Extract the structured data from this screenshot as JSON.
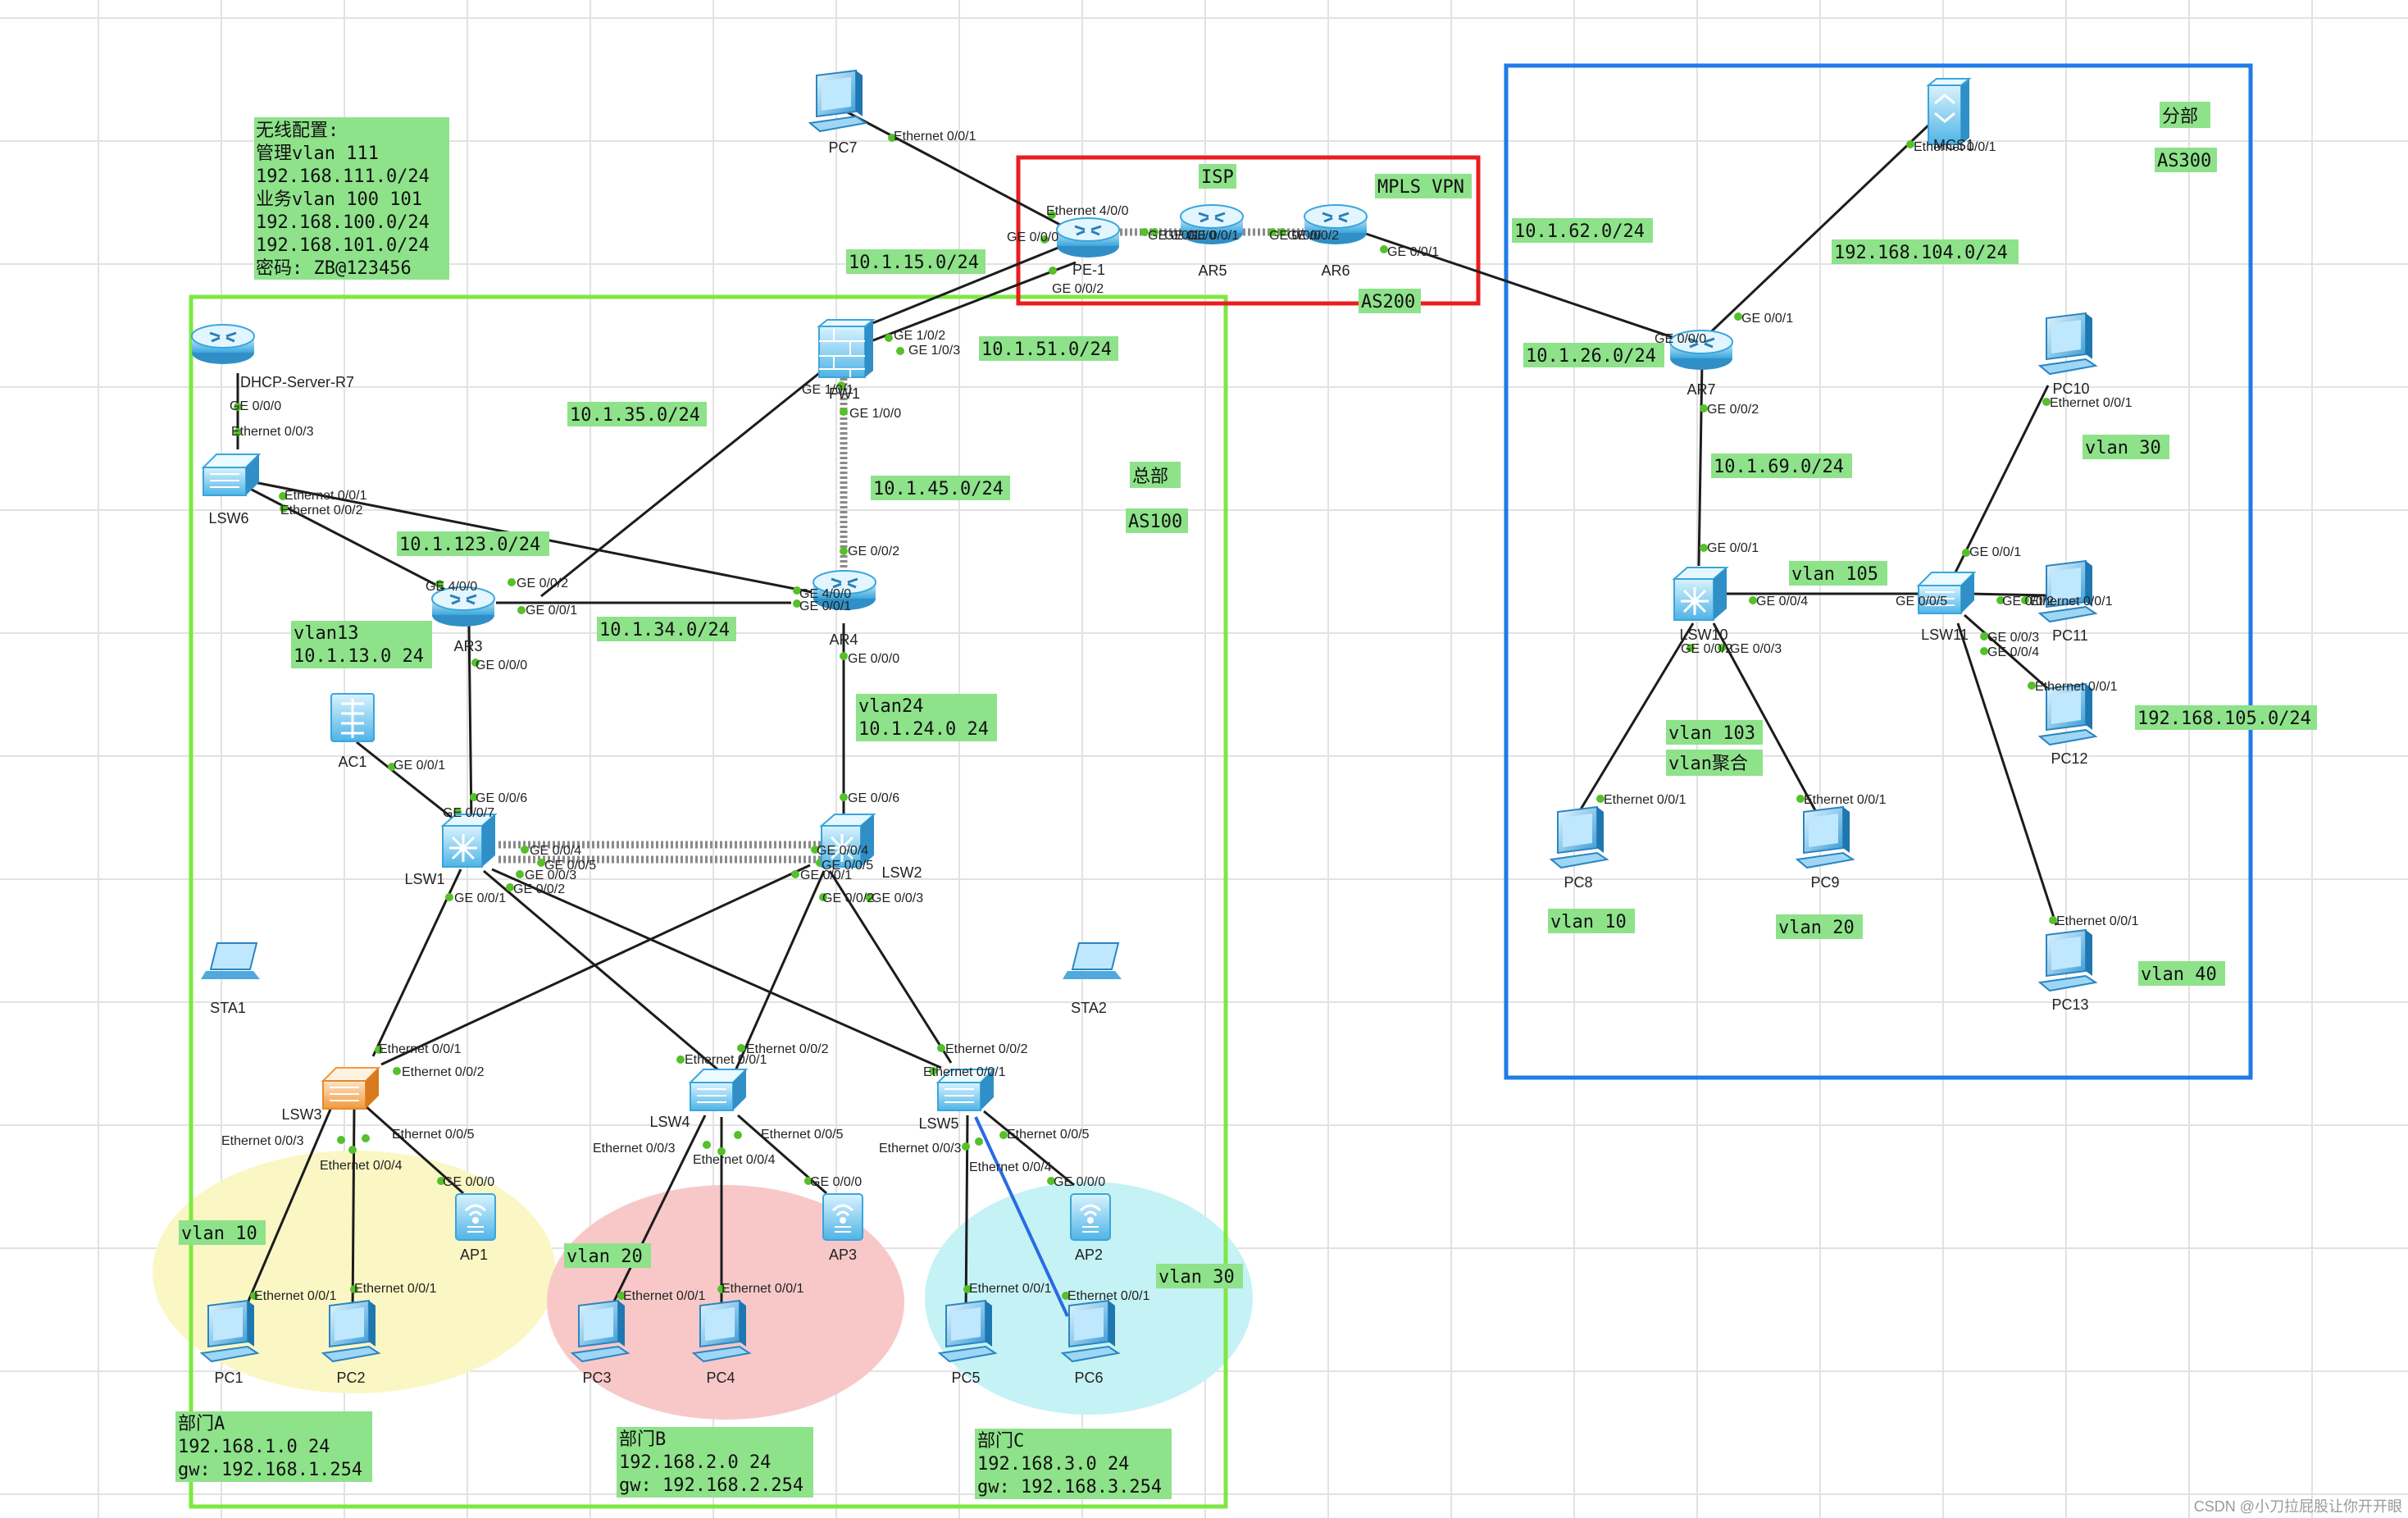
{
  "devices": {
    "pc7": "PC7",
    "pe1": "PE-1",
    "ar5": "AR5",
    "ar6": "AR6",
    "ar7": "AR7",
    "mcs1": "MCS1",
    "dhcp": "DHCP-Server-R7",
    "lsw6": "LSW6",
    "fw1": "FW1",
    "ar3": "AR3",
    "ar4": "AR4",
    "ac1": "AC1",
    "lsw1": "LSW1",
    "lsw2": "LSW2",
    "sta1": "STA1",
    "sta2": "STA2",
    "lsw3": "LSW3",
    "lsw4": "LSW4",
    "lsw5": "LSW5",
    "ap1": "AP1",
    "ap2": "AP2",
    "ap3": "AP3",
    "pc1": "PC1",
    "pc2": "PC2",
    "pc3": "PC3",
    "pc4": "PC4",
    "pc5": "PC5",
    "pc6": "PC6",
    "lsw10": "LSW10",
    "lsw11": "LSW11",
    "pc8": "PC8",
    "pc9": "PC9",
    "pc10": "PC10",
    "pc11": "PC11",
    "pc12": "PC12",
    "pc13": "PC13"
  },
  "labels": {
    "wireless": [
      "无线配置:",
      "管理vlan 111",
      "192.168.111.0/24",
      "业务vlan 100 101",
      "192.168.100.0/24",
      "192.168.101.0/24",
      "密码: ZB@123456"
    ],
    "isp": "ISP",
    "mpls": "MPLS VPN",
    "as200": "AS200",
    "net_10_1_15": "10.1.15.0/24",
    "net_10_1_51": "10.1.51.0/24",
    "net_10_1_35": "10.1.35.0/24",
    "net_10_1_45": "10.1.45.0/24",
    "zongbu": "总部",
    "as100": "AS100",
    "net_10_1_123": "10.1.123.0/24",
    "vlan13": [
      "vlan13",
      "10.1.13.0 24"
    ],
    "net_10_1_34": "10.1.34.0/24",
    "vlan24": [
      "vlan24",
      "10.1.24.0 24"
    ],
    "vlan10": "vlan 10",
    "vlan20": "vlan 20",
    "vlan30": "vlan 30",
    "deptA": [
      "部门A",
      "192.168.1.0 24",
      "gw: 192.168.1.254"
    ],
    "deptB": [
      "部门B",
      "192.168.2.0 24",
      "gw: 192.168.2.254"
    ],
    "deptC": [
      "部门C",
      "192.168.3.0 24",
      "gw: 192.168.3.254"
    ],
    "net_10_1_62": "10.1.62.0/24",
    "net_10_1_26": "10.1.26.0/24",
    "net_192_168_104": "192.168.104.0/24",
    "fenbu": "分部",
    "as300": "AS300",
    "net_10_1_69": "10.1.69.0/24",
    "vlan105": "vlan 105",
    "vlan30_br": "vlan 30",
    "vlan103": "vlan 103",
    "vlan_agg": "vlan聚合",
    "net_192_168_105": "192.168.105.0/24",
    "vlan10_br": "vlan 10",
    "vlan20_br": "vlan 20",
    "vlan40_br": "vlan 40"
  },
  "ports": {
    "pc7_e001": "Ethernet 0/0/1",
    "pe1_e400": "Ethernet 4/0/0",
    "pe1_ge000": "GE 0/0/0",
    "pe1_ge002": "GE 0/0/2",
    "pe1_ge001": "GE 0/0/1",
    "ar5_ge000": "GE 0/0/0",
    "ar5_ge001": "GE 0/0/1",
    "ar6_ge000": "GE 0/0/0",
    "ar6_ge002": "GE 0/0/2",
    "ar6_ge001": "GE 0/0/1",
    "fw1_ge102": "GE 1/0/2",
    "fw1_ge103": "GE 1/0/3",
    "fw1_ge101": "GE 1/0/1",
    "fw1_ge100": "GE 1/0/0",
    "dhcp_ge000": "GE 0/0/0",
    "lsw6_e003": "Ethernet 0/0/3",
    "lsw6_e001": "Ethernet 0/0/1",
    "lsw6_e002": "Ethernet 0/0/2",
    "ar3_ge400": "GE 4/0/0",
    "ar3_ge002": "GE 0/0/2",
    "ar3_ge001": "GE 0/0/1",
    "ar3_ge000": "GE 0/0/0",
    "ar4_ge400": "GE 4/0/0",
    "ar4_ge001": "GE 0/0/1",
    "ar4_ge002": "GE 0/0/2",
    "ar4_ge000": "GE 0/0/0",
    "ac1_ge001": "GE 0/0/1",
    "lsw1_ge006": "GE 0/0/6",
    "lsw1_ge007": "GE 0/0/7",
    "lsw1_ge004": "GE 0/0/4",
    "lsw1_ge005": "GE 0/0/5",
    "lsw1_ge003": "GE 0/0/3",
    "lsw1_ge002": "GE 0/0/2",
    "lsw1_ge001": "GE 0/0/1",
    "lsw2_ge006": "GE 0/0/6",
    "lsw2_ge004": "GE 0/0/4",
    "lsw2_ge005": "GE 0/0/5",
    "lsw2_ge001": "GE 0/0/1",
    "lsw2_ge002": "GE 0/0/2",
    "lsw2_ge003": "GE 0/0/3",
    "lsw3_e001": "Ethernet 0/0/1",
    "lsw3_e002": "Ethernet 0/0/2",
    "lsw3_e003": "Ethernet 0/0/3",
    "lsw3_e004": "Ethernet 0/0/4",
    "lsw3_e005": "Ethernet 0/0/5",
    "ap1_ge000": "GE 0/0/0",
    "pc1_e001": "Ethernet 0/0/1",
    "pc2_e001": "Ethernet 0/0/1",
    "lsw4_e001": "Ethernet 0/0/1",
    "lsw4_e002": "Ethernet 0/0/2",
    "lsw4_e003": "Ethernet 0/0/3",
    "lsw4_e004": "Ethernet 0/0/4",
    "lsw4_e005": "Ethernet 0/0/5",
    "ap3_ge000": "GE 0/0/0",
    "pc3_e001": "Ethernet 0/0/1",
    "pc4_e001": "Ethernet 0/0/1",
    "lsw5_e002": "Ethernet 0/0/2",
    "lsw5_e001": "Ethernet 0/0/1",
    "lsw5_e003": "Ethernet 0/0/3",
    "lsw5_e005": "Ethernet 0/0/5",
    "lsw5_e004": "Ethernet 0/0/4",
    "ap2_ge000": "GE 0/0/0",
    "pc5_e001": "Ethernet 0/0/1",
    "pc6_e001": "Ethernet 0/0/1",
    "mcs1_e001": "Ethernet 0/0/1",
    "ar7_ge001": "GE 0/0/1",
    "ar7_ge000": "GE 0/0/0",
    "ar7_ge002": "GE 0/0/2",
    "lsw10_ge001": "GE 0/0/1",
    "lsw10_ge004": "GE 0/0/4",
    "lsw10_ge002": "GE 0/0/2",
    "lsw10_ge003": "GE 0/0/3",
    "lsw11_ge005": "GE 0/0/5",
    "lsw11_ge001": "GE 0/0/1",
    "lsw11_ge002": "GE 0/0/2",
    "lsw11_ge003": "GE 0/0/3",
    "lsw11_ge004": "GE 0/0/4",
    "pc10_e001": "Ethernet 0/0/1",
    "pc11_e001": "Ethernet 0/0/1",
    "pc12_e001": "Ethernet 0/0/1",
    "pc13_e001": "Ethernet 0/0/1",
    "pc8_e001": "Ethernet 0/0/1",
    "pc9_e001": "Ethernet 0/0/1"
  },
  "watermark": "CSDN @小刀拉屁股让你开开眼",
  "colors": {
    "green_box": "#7ee840",
    "red_box": "#e81e1e",
    "blue_box": "#1e7ce6",
    "label_bg": "#8ee28a"
  }
}
